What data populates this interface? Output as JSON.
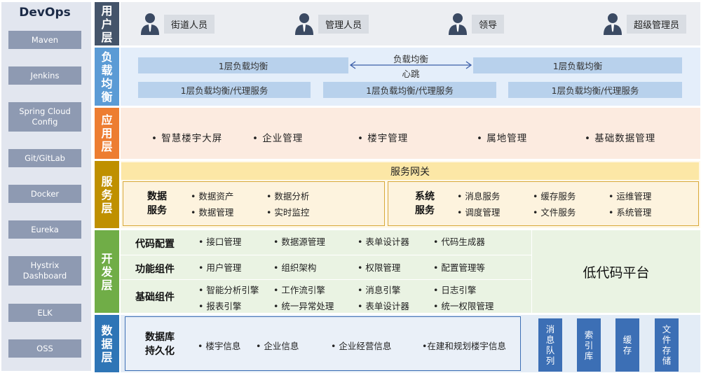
{
  "devops": {
    "title": "DevOps",
    "items": [
      "Maven",
      "Jenkins",
      "Spring Cloud Config",
      "Git/GitLab",
      "Docker",
      "Eureka",
      "Hystrix Dashboard",
      "ELK",
      "OSS"
    ]
  },
  "layers": {
    "user": "用户层",
    "lb": "负载均衡",
    "app": "应用层",
    "service": "服务层",
    "dev": "开发层",
    "data": "数据层"
  },
  "colors": {
    "user": "#44546a",
    "lb": "#5b9bd5",
    "app": "#ed7d31",
    "service": "#bf9000",
    "dev": "#70ad47",
    "data": "#2e75b6"
  },
  "user_layer": {
    "users": [
      "街道人员",
      "管理人员",
      "领导",
      "超级管理员"
    ],
    "icon": "person-icon"
  },
  "lb_layer": {
    "top_left": "1层负载均衡",
    "top_right": "1层负载均衡",
    "center_top": "负载均衡",
    "center_bottom": "心跳",
    "proxies": [
      "1层负载均衡/代理服务",
      "1层负载均衡/代理服务",
      "1层负载均衡/代理服务"
    ]
  },
  "app_layer": {
    "items": [
      "• 智慧楼宇大屏",
      "• 企业管理",
      "• 楼宇管理",
      "• 属地管理",
      "• 基础数据管理"
    ]
  },
  "service_layer": {
    "gateway": "服务网关",
    "data_service": {
      "title": "数据\n服务",
      "items": [
        "• 数据资产",
        "• 数据分析",
        "• 数据管理",
        "• 实时监控"
      ]
    },
    "system_service": {
      "title": "系统\n服务",
      "items": [
        "• 消息服务",
        "• 缓存服务",
        "• 运维管理",
        "• 调度管理",
        "• 文件服务",
        "• 系统管理"
      ]
    }
  },
  "dev_layer": {
    "low_code": "低代码平台",
    "rows": [
      {
        "title": "代码配置",
        "items": [
          "• 接口管理",
          "• 数据源管理",
          "• 表单设计器",
          "• 代码生成器"
        ]
      },
      {
        "title": "功能组件",
        "items": [
          "• 用户管理",
          "• 组织架构",
          "• 权限管理",
          "• 配置管理等"
        ]
      },
      {
        "title": "基础组件",
        "items": [
          "• 智能分析引擎",
          "• 工作流引擎",
          "• 消息引擎",
          "• 日志引擎",
          "• 报表引擎",
          "• 统一异常处理",
          "• 表单设计器",
          "• 统一权限管理"
        ]
      }
    ]
  },
  "data_layer": {
    "title": "数据库\n持久化",
    "items": [
      "• 楼宇信息",
      "• 企业信息",
      "• 企业经营信息",
      "•在建和规划楼宇信息"
    ],
    "stores": [
      "消息队列",
      "索引库",
      "缓存",
      "文件存储"
    ]
  }
}
